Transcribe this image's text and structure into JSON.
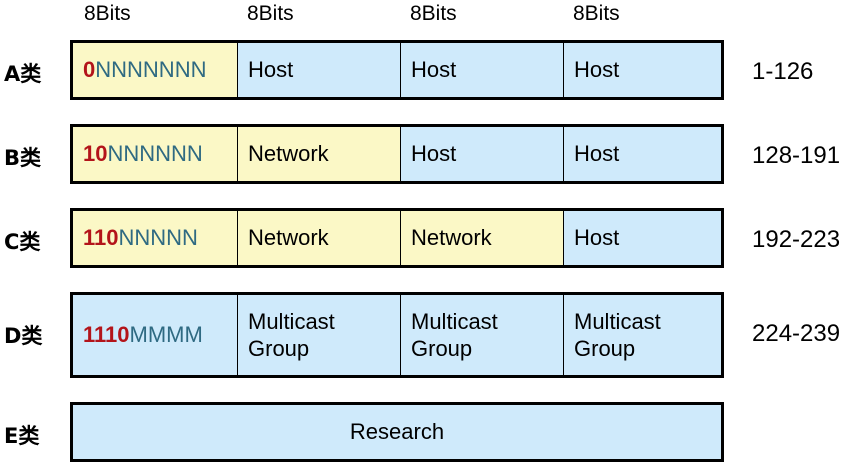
{
  "header": {
    "bits": [
      "8Bits",
      "8Bits",
      "8Bits",
      "8Bits"
    ]
  },
  "classes": [
    {
      "label": "A类",
      "prefix_bits": "0",
      "prefix_rest": "NNNNNNN",
      "cells": [
        "Host",
        "Host",
        "Host"
      ],
      "range": "1-126"
    },
    {
      "label": "B类",
      "prefix_bits": "10",
      "prefix_rest": "NNNNNN",
      "cells": [
        "Network",
        "Host",
        "Host"
      ],
      "range": "128-191"
    },
    {
      "label": "C类",
      "prefix_bits": "110",
      "prefix_rest": "NNNNN",
      "cells": [
        "Network",
        "Network",
        "Host"
      ],
      "range": "192-223"
    },
    {
      "label": "D类",
      "prefix_bits": "1110",
      "prefix_rest": "MMMM",
      "cells": [
        [
          "Multicast",
          "Group"
        ],
        [
          "Multicast",
          "Group"
        ],
        [
          "Multicast",
          "Group"
        ]
      ],
      "range": "224-239"
    },
    {
      "label": "E类",
      "text": "Research"
    }
  ],
  "colors": {
    "network": "#fbf8c6",
    "host": "#cfeafb",
    "prefix_fixed": "#b3141a",
    "prefix_variable": "#2f6a82"
  }
}
